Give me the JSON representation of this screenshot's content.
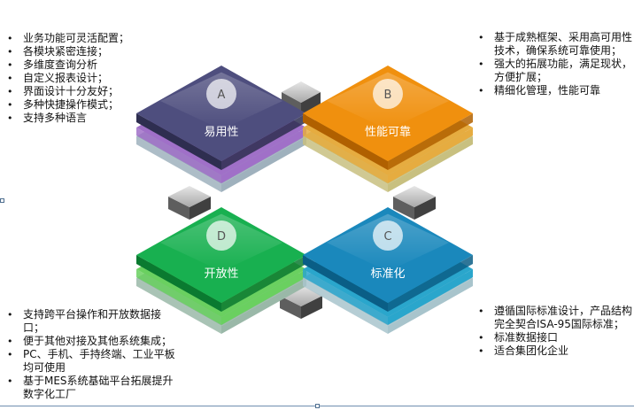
{
  "features": {
    "top_left": [
      "业务功能可灵活配置；",
      "各模块紧密连接；",
      "多维度查询分析",
      "自定义报表设计；",
      "界面设计十分友好；",
      "多种快捷操作模式；",
      "支持多种语言"
    ],
    "top_right": [
      "基于成熟框架、采用高可用性技术，确保系统可靠使用；",
      "强大的拓展功能，满足现状，方便扩展；",
      "精细化管理，性能可靠"
    ],
    "bottom_left": [
      "支持跨平台操作和开放数据接口；",
      "便于其他对接及其他系统集成；",
      "PC、手机、手持终端、工业平板均可使用",
      "基于MES系统基础平台拓展提升数字化工厂"
    ],
    "bottom_right": [
      "遵循国际标准设计，产品结构完全契合ISA-95国际标准；",
      "标准数据接口",
      "适合集团化企业"
    ]
  },
  "quadrants": {
    "a": {
      "letter": "A",
      "label": "易用性",
      "top_color": "#4e4e7e",
      "side_color": "#2e2e50",
      "layer_colors": [
        "#a070c8",
        "#9fb1bd"
      ]
    },
    "b": {
      "letter": "B",
      "label": "性能可靠",
      "top_color": "#f0900e",
      "side_color": "#b06000",
      "layer_colors": [
        "#e6ac40",
        "#c8c080"
      ]
    },
    "d": {
      "letter": "D",
      "label": "开放性",
      "top_color": "#18b050",
      "side_color": "#0a7a30",
      "layer_colors": [
        "#6ad060",
        "#9ab8a8"
      ]
    },
    "c": {
      "letter": "C",
      "label": "标准化",
      "top_color": "#1a88bc",
      "side_color": "#0a5e86",
      "layer_colors": [
        "#2aa6cc",
        "#a8c4cc"
      ]
    }
  }
}
